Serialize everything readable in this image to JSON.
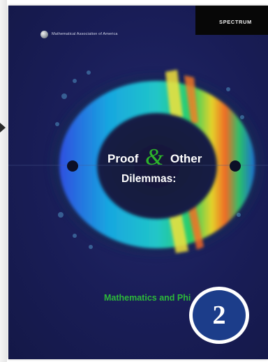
{
  "cover": {
    "publisher": "Mathematical Association of America",
    "series": "SPECTRUM",
    "title_part1": "Proof",
    "title_amp": "&",
    "title_part2": "Other",
    "title_line2": "Dilemmas:",
    "subtitle_visible": "Mathematics and Phi",
    "logo_icon": "maa-globe-icon"
  },
  "badge": {
    "number": "2"
  },
  "colors": {
    "cover_bg": "#191d57",
    "accent_green": "#2db52b",
    "badge_fill": "#1c3d8a"
  }
}
